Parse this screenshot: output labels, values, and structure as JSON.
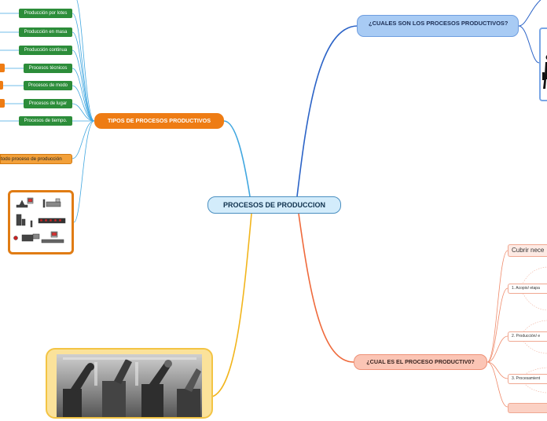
{
  "root": {
    "label": "PROCESOS DE PRODUCCION"
  },
  "branches": {
    "cuales": {
      "label": "¿CUALES SON LOS PROCESOS PRODUCTIVOS?"
    },
    "tipos": {
      "label": "TIPOS DE PROCESOS PRODUCTIVOS"
    },
    "cual": {
      "label": "¿CUAL ES EL PROCESO PRODUCTIV0?"
    }
  },
  "tipos_children": [
    "Producción por lotes",
    "Producción en masa",
    "Producción continua",
    "Procesos técnicos",
    "Procesos de modo",
    "Procesos de lugar",
    "Procesos de tiempo."
  ],
  "tipos_extra": "todo proceso de producción",
  "cual_children": [
    "Cubrir nece",
    "1. Acopio/ etapa",
    "2. Producción/ e",
    "3. Procesamient"
  ],
  "colors": {
    "root": "#d3ecfb",
    "blue_branch": "#a8cbf4",
    "orange_branch": "#ee7c14",
    "salmon_branch": "#fbc5b5",
    "green_leaf": "#2c8d3a",
    "line_blue": "#2b63c7",
    "line_cyan": "#41a7e0",
    "line_yellow": "#f2b51c",
    "line_red": "#ef6a3c"
  },
  "images": [
    "industrial-process-diagram",
    "robotic-assembly-line",
    "worker-silhouette"
  ]
}
